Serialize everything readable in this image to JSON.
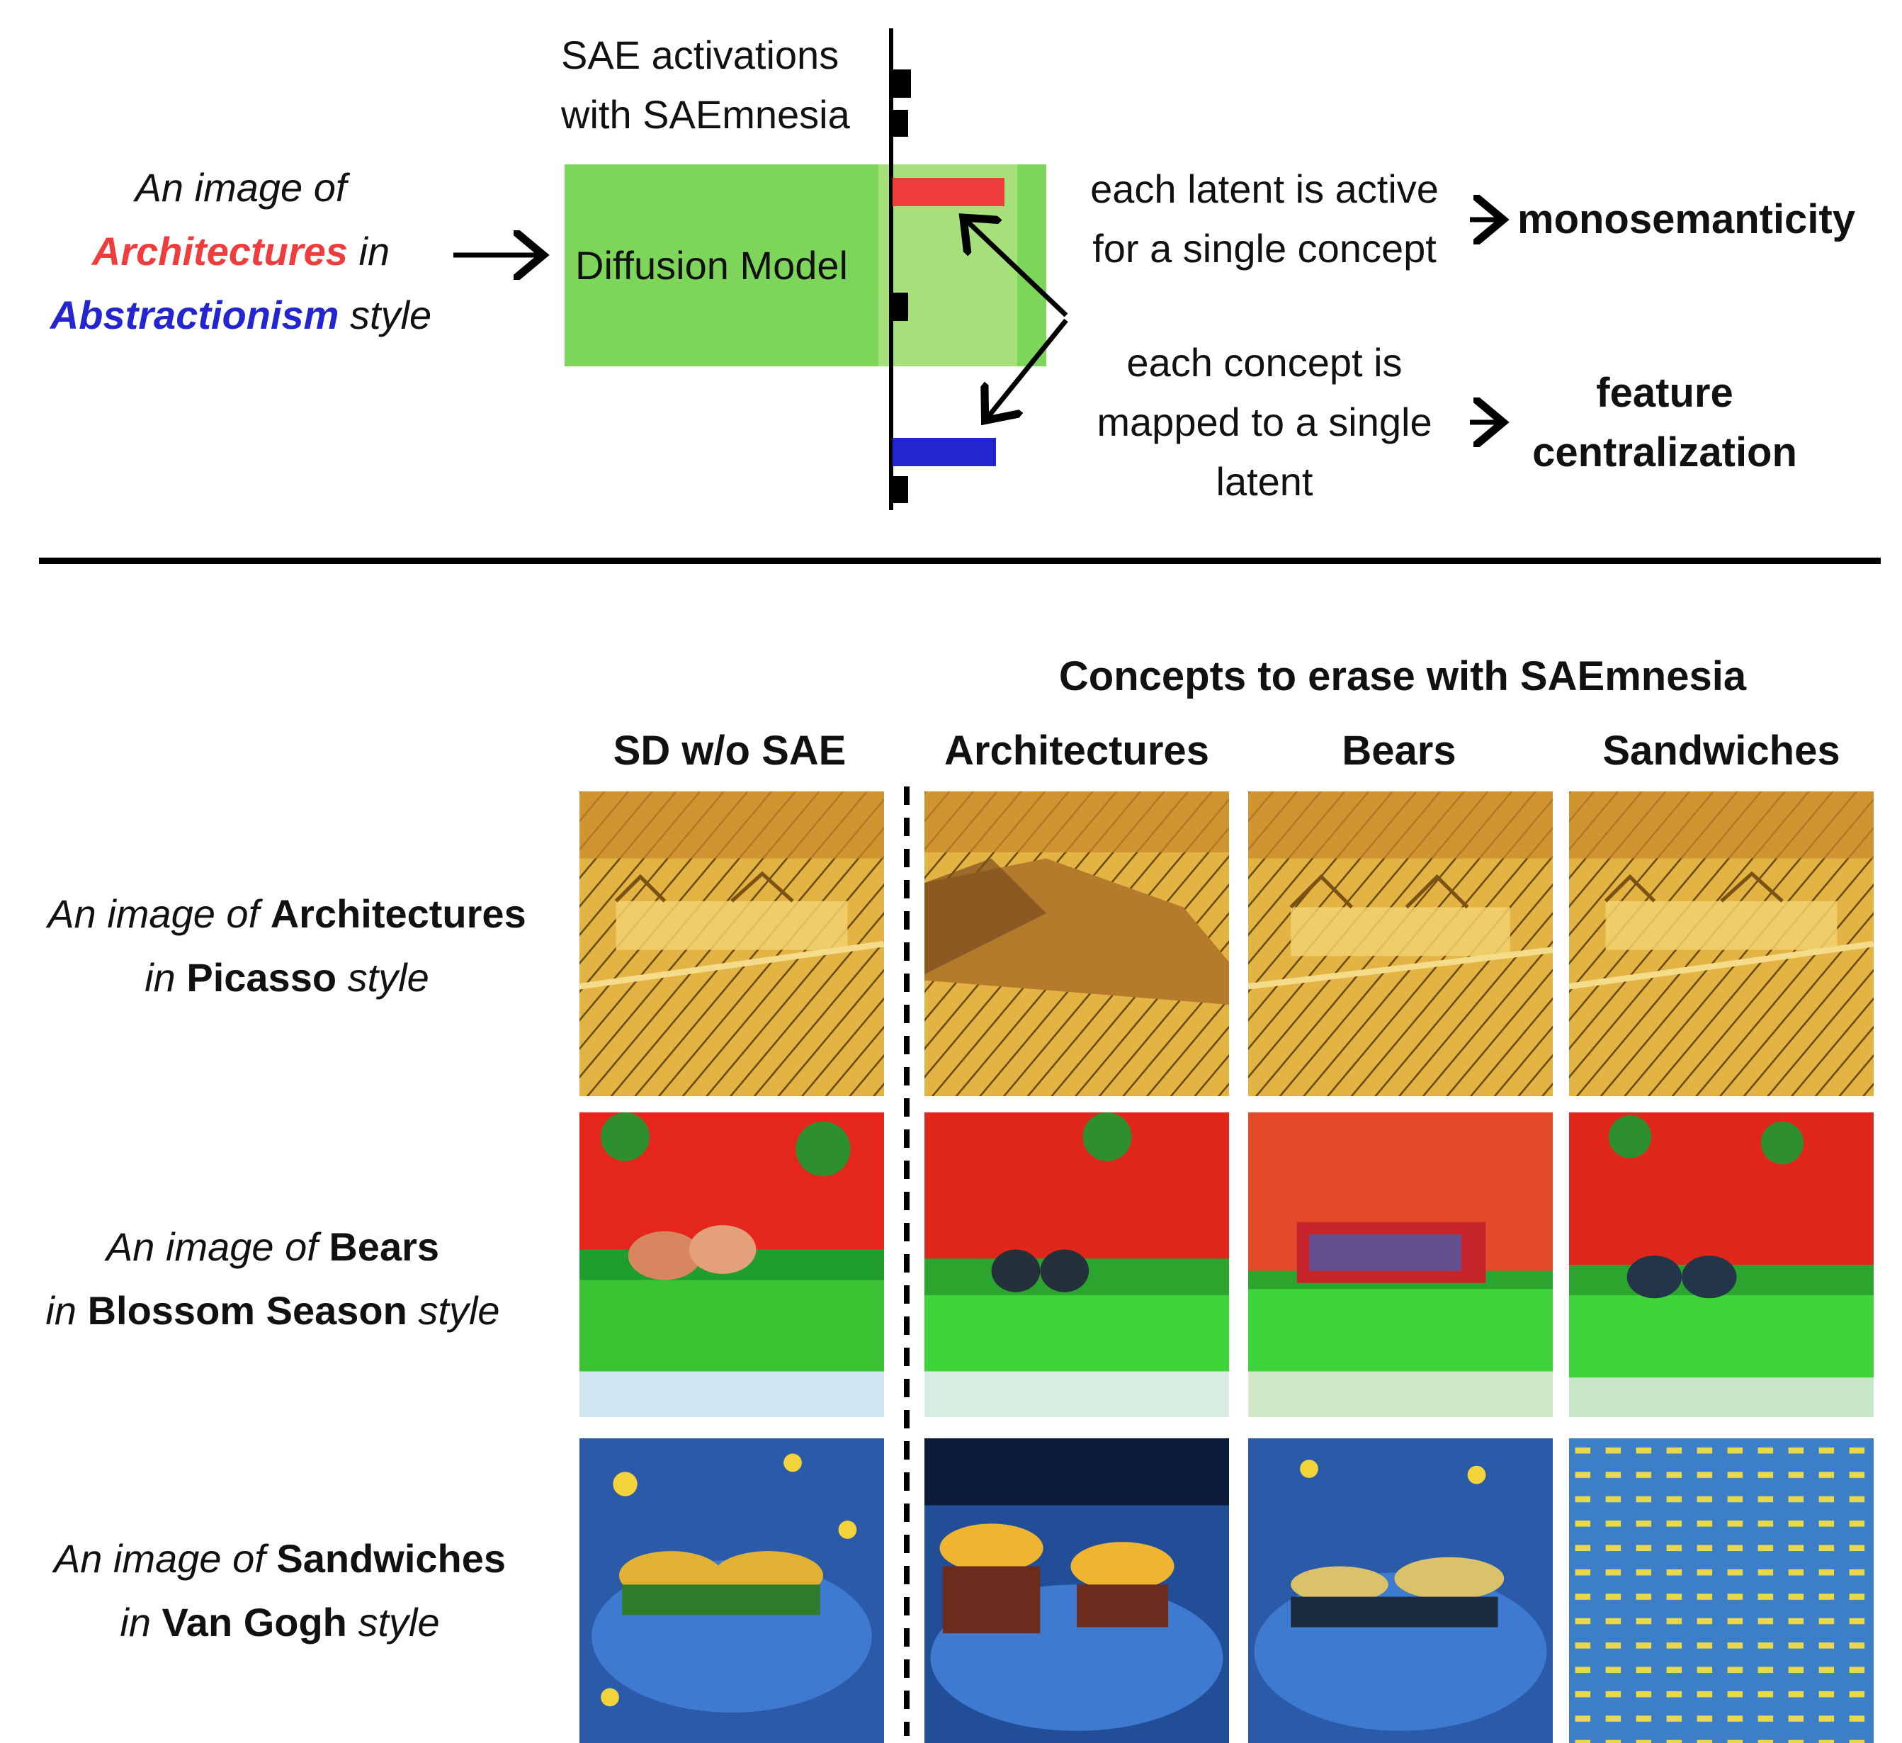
{
  "top": {
    "prompt": {
      "line1": "An image of",
      "concept_a": "Architectures",
      "in": "in",
      "concept_b": "Abstractionism",
      "style": "style"
    },
    "sae_label": {
      "line1": "SAE activations",
      "line2": "with SAEmnesia"
    },
    "model_label": "Diffusion Model",
    "mono_desc": {
      "line1": "each latent is active",
      "line2": "for a single concept"
    },
    "mono_result": "monosemanticity",
    "central_desc": {
      "line1": "each concept is",
      "line2": "mapped to a single",
      "line3": "latent"
    },
    "central_result": {
      "line1": "feature",
      "line2": "centralization"
    },
    "colors": {
      "concept_a": "#f03c3c",
      "concept_b": "#2424d0",
      "model_box": "#7dd65a",
      "model_box_light": "#a6e07a"
    }
  },
  "bottom": {
    "header": "Concepts to erase with SAEmnesia",
    "columns": [
      "SD w/o SAE",
      "Architectures",
      "Bears",
      "Sandwiches"
    ],
    "rows": [
      {
        "pre": "An image of",
        "concept": "Architectures",
        "in": "in",
        "style_name": "Picasso",
        "post": "style"
      },
      {
        "pre": "An image of",
        "concept": "Bears",
        "in": "in",
        "style_name": "Blossom Season",
        "post": "style"
      },
      {
        "pre": "An image of",
        "concept": "Sandwiches",
        "in": "in",
        "style_name": "Van Gogh",
        "post": "style"
      }
    ]
  }
}
